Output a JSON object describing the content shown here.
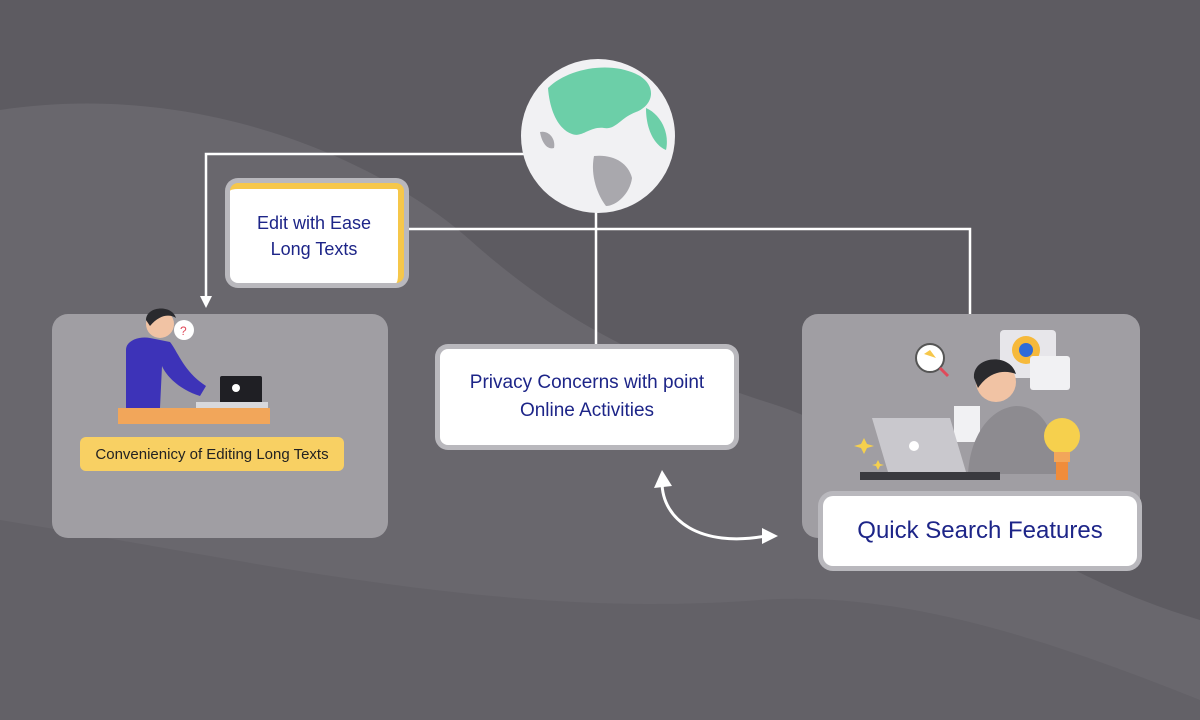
{
  "nodes": {
    "edit": {
      "line1": "Edit with Ease",
      "line2": "Long Texts"
    },
    "privacy": {
      "line1": "Privacy Concerns with point",
      "line2": "Online Activities"
    },
    "convenience": {
      "label": "Convenienicy of Editing Long Texts"
    },
    "search": {
      "label": "Quick Search Features"
    }
  },
  "colors": {
    "background": "#5d5b61",
    "panel": "#a09ea3",
    "card_text": "#1d2588",
    "accent_yellow": "#f6c74a",
    "globe_land": "#6ccfa8"
  },
  "icons": [
    "globe-icon",
    "person-laptop-icon",
    "person-laptop-icon",
    "lightbulb-icon",
    "magnifier-icon",
    "sparkle-icon",
    "double-arrow-icon"
  ]
}
